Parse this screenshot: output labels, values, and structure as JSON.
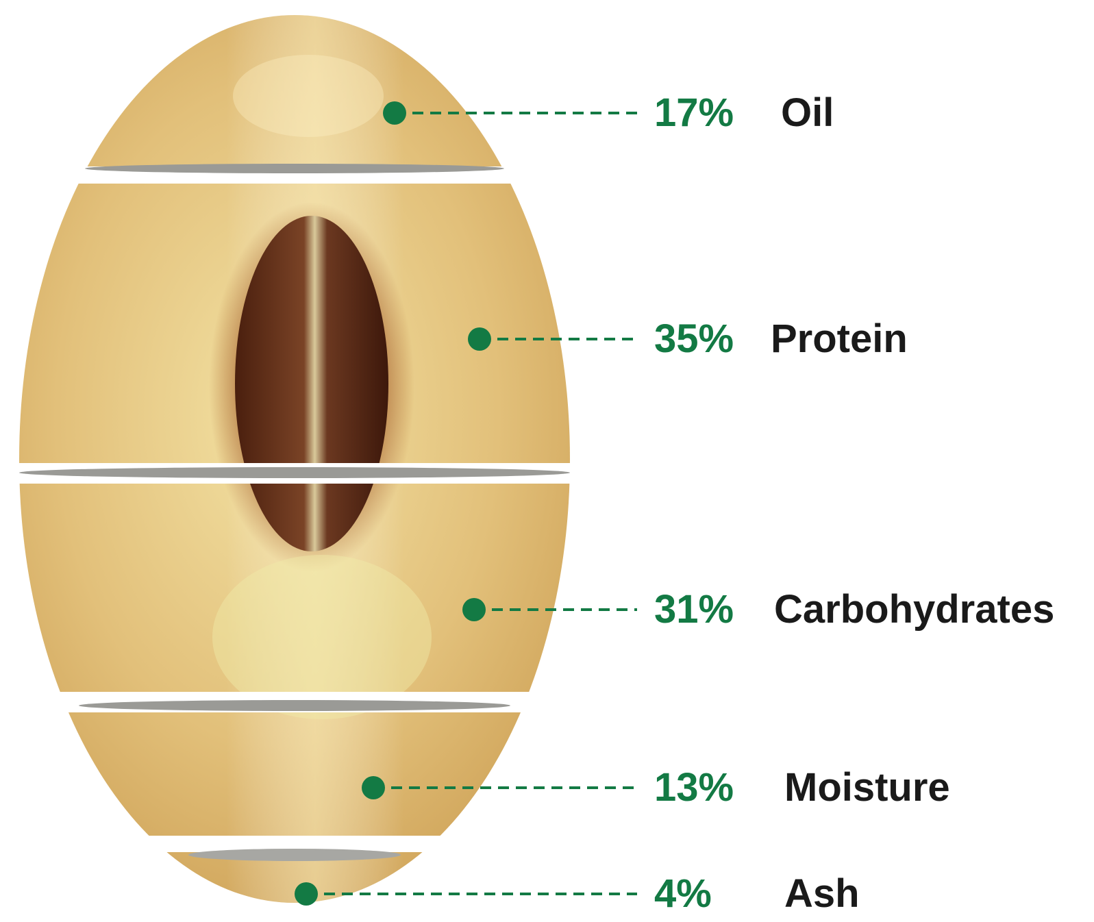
{
  "colors": {
    "accent_green": "#137a44",
    "label_text": "#1a1a1a",
    "seed_base": "#d9b36a",
    "seed_highlight": "#f2df9c",
    "hilum": "#5a2a14"
  },
  "components": [
    {
      "percent": "17%",
      "name": "Oil"
    },
    {
      "percent": "35%",
      "name": "Protein"
    },
    {
      "percent": "31%",
      "name": "Carbohydrates"
    },
    {
      "percent": "13%",
      "name": "Moisture"
    },
    {
      "percent": "4%",
      "name": "Ash"
    }
  ]
}
